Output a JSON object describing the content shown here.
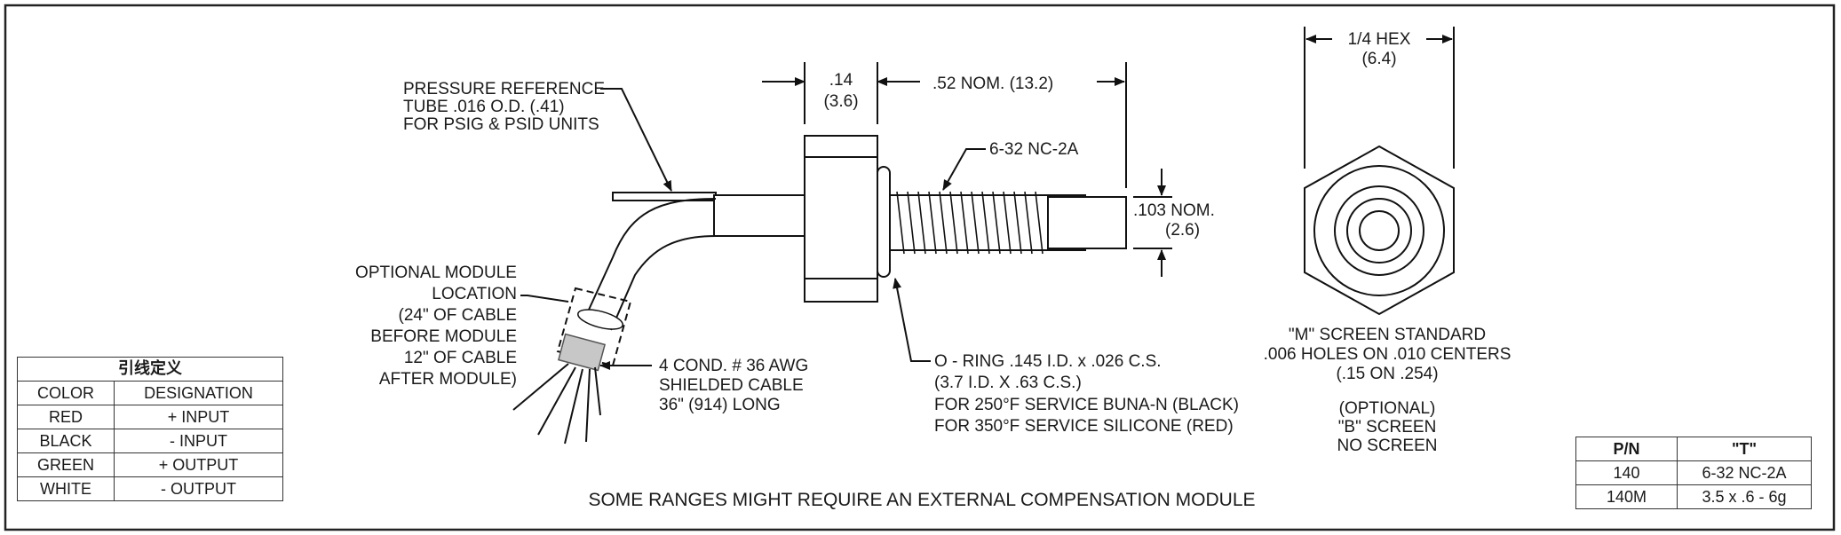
{
  "callouts": {
    "tube_1": "PRESSURE REFERENCE",
    "tube_2": "TUBE .016 O.D. (.41)",
    "tube_3": "FOR PSIG & PSID UNITS",
    "width_in": ".14",
    "width_mm": "(3.6)",
    "nom_len": ".52 NOM. (13.2)",
    "thread": "6-32 NC-2A",
    "dia_in": ".103 NOM.",
    "dia_mm": "(2.6)",
    "hex_in": "1/4 HEX",
    "hex_mm": "(6.4)",
    "module_1": "OPTIONAL MODULE",
    "module_2": "LOCATION",
    "module_3": "(24\" OF CABLE",
    "module_4": "BEFORE MODULE",
    "module_5": "12\" OF CABLE",
    "module_6": "AFTER MODULE)",
    "cable_1": "4 COND. # 36 AWG",
    "cable_2": "SHIELDED CABLE",
    "cable_3": "36\" (914) LONG",
    "oring_1": "O - RING .145 I.D. x .026 C.S.",
    "oring_2": "(3.7 I.D. X .63 C.S.)",
    "oring_3": "FOR 250°F SERVICE BUNA-N (BLACK)",
    "oring_4": "FOR 350°F SERVICE SILICONE (RED)",
    "screen_1": "\"M\" SCREEN STANDARD",
    "screen_2": ".006 HOLES ON .010 CENTERS",
    "screen_3": "(.15 ON .254)",
    "screen_4": "(OPTIONAL)",
    "screen_5": "\"B\" SCREEN",
    "screen_6": "NO SCREEN"
  },
  "footer_note": "SOME RANGES MIGHT REQUIRE AN EXTERNAL COMPENSATION MODULE",
  "wire_table": {
    "title": "引线定义",
    "headers": [
      "COLOR",
      "DESIGNATION"
    ],
    "rows": [
      [
        "RED",
        "+ INPUT"
      ],
      [
        "BLACK",
        "- INPUT"
      ],
      [
        "GREEN",
        "+ OUTPUT"
      ],
      [
        "WHITE",
        "- OUTPUT"
      ]
    ]
  },
  "pn_table": {
    "headers": [
      "P/N",
      "\"T\""
    ],
    "rows": [
      [
        "140",
        "6-32 NC-2A"
      ],
      [
        "140M",
        "3.5 x .6 - 6g"
      ]
    ]
  }
}
